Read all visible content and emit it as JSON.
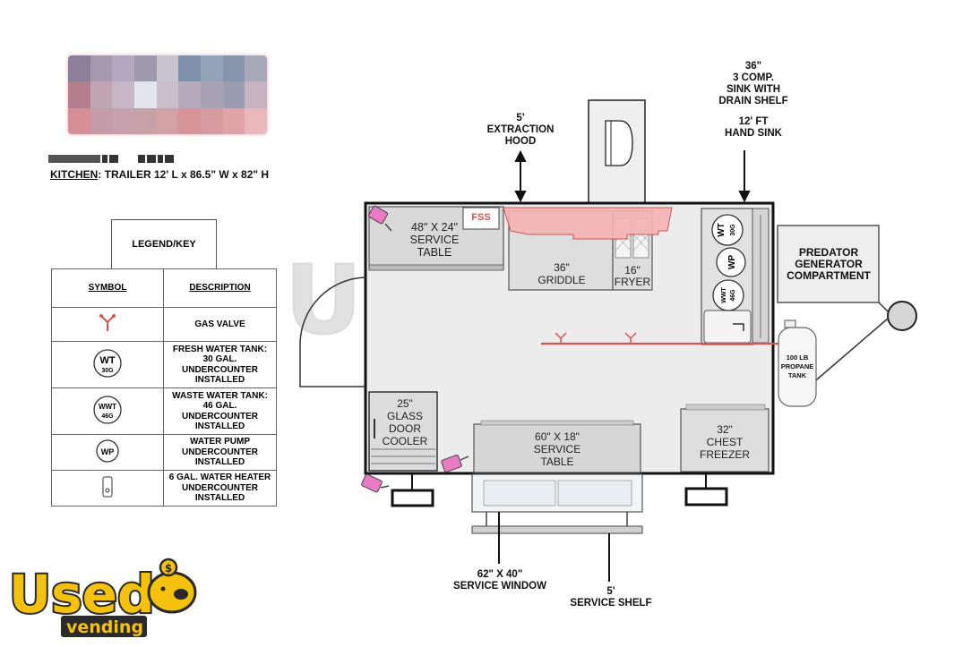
{
  "header": {
    "kitchen_label": "KITCHEN",
    "kitchen_dims": ": TRAILER 12' L x 86.5\" W x 82\" H"
  },
  "legend": {
    "title": "LEGEND/KEY",
    "col_symbol": "SYMBOL",
    "col_description": "DESCRIPTION",
    "rows": [
      {
        "symbol": "gas-valve-icon",
        "description": "GAS VALVE"
      },
      {
        "symbol": "fresh-water-tank-icon",
        "line1": "WT",
        "line2": "30G",
        "description": "FRESH WATER TANK: 30 GAL. UNDERCOUNTER INSTALLED"
      },
      {
        "symbol": "waste-water-tank-icon",
        "line1": "WWT",
        "line2": "46G",
        "description": "WASTE WATER TANK: 46 GAL. UNDERCOUNTER INSTALLED"
      },
      {
        "symbol": "water-pump-icon",
        "line1": "WP",
        "description": "WATER PUMP UNDERCOUNTER INSTALLED"
      },
      {
        "symbol": "water-heater-icon",
        "description": "6 GAL. WATER HEATER UNDERCOUNTER INSTALLED"
      }
    ]
  },
  "callouts": {
    "hood_1": "5'",
    "hood_2": "EXTRACTION",
    "hood_3": "HOOD",
    "sink_1": "36\"",
    "sink_2": "3 COMP.",
    "sink_3": "SINK WITH",
    "sink_4": "DRAIN SHELF",
    "hand_1": "12' FT",
    "hand_2": "HAND SINK",
    "window_1": "62\" X 40\"",
    "window_2": "SERVICE WINDOW",
    "shelf_1": "5'",
    "shelf_2": "SERVICE SHELF"
  },
  "equipment": {
    "service_table_top_1": "48\" X 24\"",
    "service_table_top_2": "SERVICE",
    "service_table_top_3": "TABLE",
    "fss": "FSS",
    "griddle_1": "36\"",
    "griddle_2": "GRIDDLE",
    "fryer_1": "16\"",
    "fryer_2": "FRYER",
    "tank_wt_1": "WT",
    "tank_wt_2": "30G",
    "tank_wp": "WP",
    "tank_wwt_1": "WWT",
    "tank_wwt_2": "46G",
    "generator_1": "PREDATOR",
    "generator_2": "GENERATOR",
    "generator_3": "COMPARTMENT",
    "propane_1": "100 LB",
    "propane_2": "PROPANE",
    "propane_3": "TANK",
    "cooler_1": "25\"",
    "cooler_2": "GLASS",
    "cooler_3": "DOOR",
    "cooler_4": "COOLER",
    "service_table_bottom_1": "60\" X 18\"",
    "service_table_bottom_2": "SERVICE",
    "service_table_bottom_3": "TABLE",
    "freezer_1": "32\"",
    "freezer_2": "CHEST",
    "freezer_3": "FREEZER"
  },
  "watermark": {
    "big": "Used",
    "small": "vending"
  },
  "logo": {
    "word1": "Used",
    "word2": "vending"
  },
  "colors": {
    "gas_line": "#d9534f",
    "hood": "#f5a3a3",
    "camera": "#e87bc1",
    "logo_yellow": "#f4c20d",
    "logo_dark": "#2a2a2a"
  }
}
